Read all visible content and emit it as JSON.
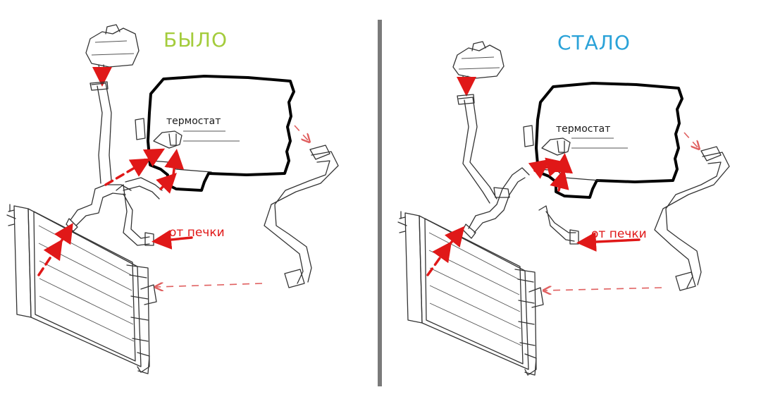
{
  "panels": {
    "before": {
      "title": "БЫЛО",
      "thermostat_label": "термостат",
      "heater_label": "от печки"
    },
    "after": {
      "title": "СТАЛО",
      "thermostat_label": "термостат",
      "heater_label": "от печки"
    }
  },
  "colors": {
    "before_title": "#a4cc3c",
    "after_title": "#2aa2d8",
    "flow_arrows": "#e01818",
    "return_arrows": "#e06060",
    "divider": "#7a7a7a"
  }
}
